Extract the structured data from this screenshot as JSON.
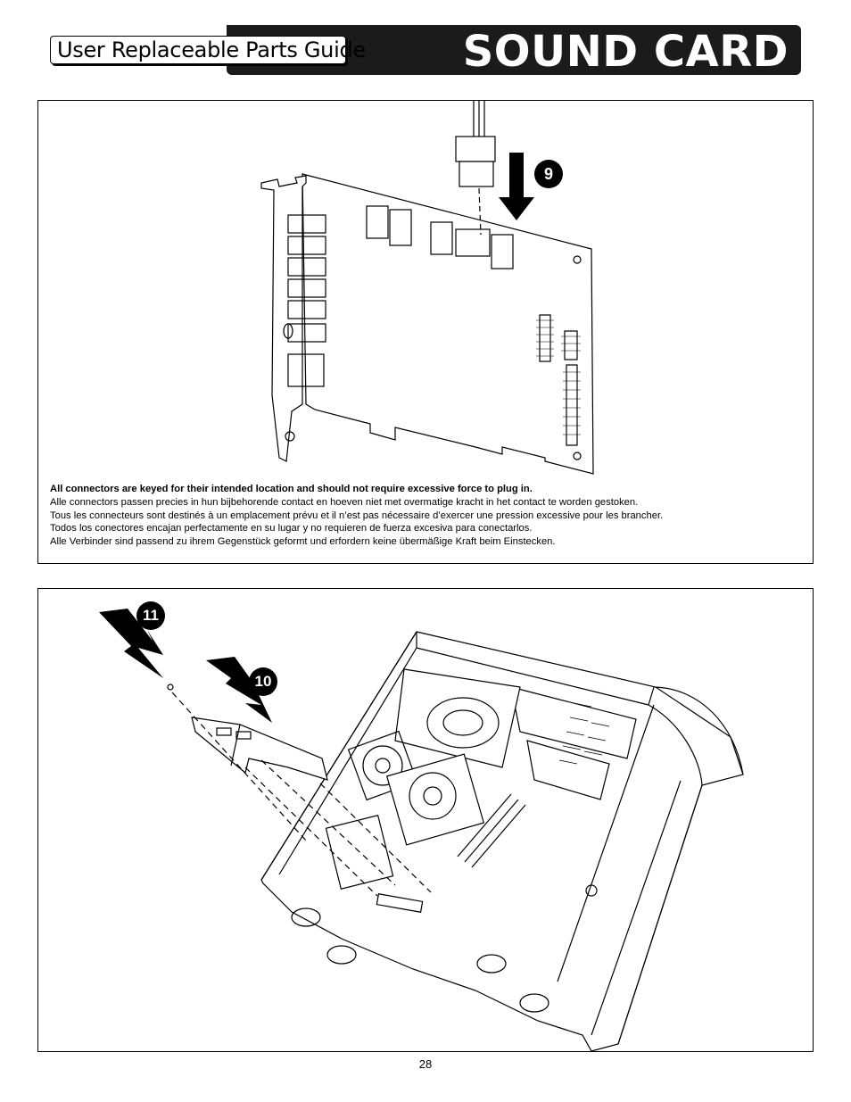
{
  "header": {
    "guide_label": "User Replaceable Parts Guide",
    "section_title": "SOUND CARD"
  },
  "step_top": {
    "step_number": "9",
    "notes": [
      "All connectors are keyed for their intended location and should not require excessive force to plug in.",
      "Alle connectors passen precies in hun bijbehorende contact en hoeven niet met overmatige kracht in het contact te worden gestoken.",
      "Tous les connecteurs sont destinés à un emplacement prévu et il n’est pas nécessaire d’exercer une pression excessive pour les brancher.",
      "Todos los conectores encajan perfectamente en su lugar y no requieren de fuerza excesiva para conectarlos.",
      "Alle Verbinder sind passend zu ihrem Gegenstück geformt und erfordern keine übermäßige Kraft beim Einstecken."
    ]
  },
  "step_bottom": {
    "step_screw": "11",
    "step_card": "10"
  },
  "page": {
    "number": "28"
  }
}
